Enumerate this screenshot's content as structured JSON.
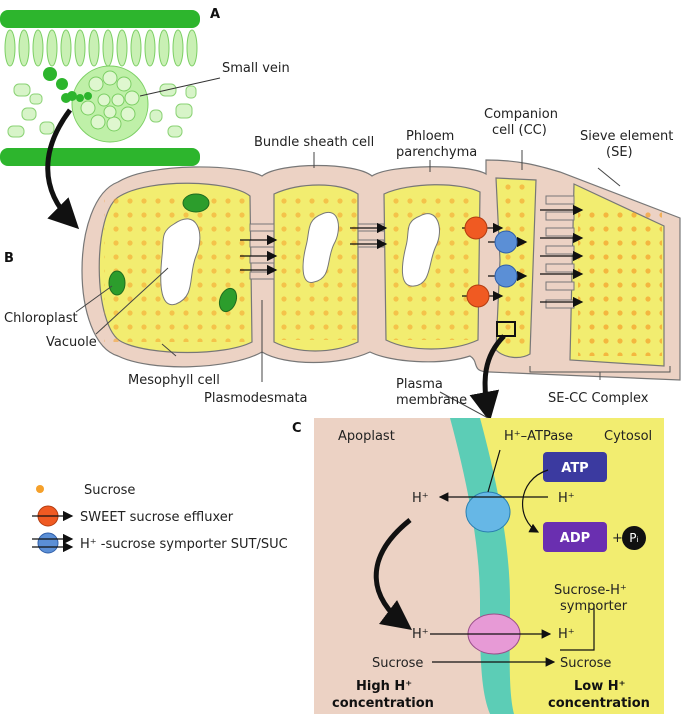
{
  "panels": {
    "a": "A",
    "b": "B",
    "c": "C"
  },
  "labels": {
    "small_vein": "Small vein",
    "bundle_sheath_cell": "Bundle sheath cell",
    "phloem_parenchyma_1": "Phloem",
    "phloem_parenchyma_2": "parenchyma",
    "companion_cell_1": "Companion",
    "companion_cell_2": "cell (CC)",
    "sieve_element_1": "Sieve element",
    "sieve_element_2": "(SE)",
    "chloroplast": "Chloroplast",
    "vacuole": "Vacuole",
    "mesophyll_cell": "Mesophyll cell",
    "plasmodesmata": "Plasmodesmata",
    "plasma_membrane_1": "Plasma",
    "plasma_membrane_2": "membrane",
    "se_cc_complex": "SE-CC Complex"
  },
  "legend": {
    "sucrose": "Sucrose",
    "sweet": "SWEET sucrose effluxer",
    "symporter": "H⁺ -sucrose symporter SUT/SUC"
  },
  "panel_c": {
    "apoplast": "Apoplast",
    "atpase": "H⁺–ATPase",
    "cytosol": "Cytosol",
    "atp": "ATP",
    "adp": "ADP",
    "plus": "+",
    "pi": "Pᵢ",
    "h_left": "H⁺",
    "h_right": "H⁺",
    "h_left_low": "H⁺",
    "h_right_low": "H⁺",
    "symporter_1": "Sucrose-H⁺",
    "symporter_2": "symporter",
    "sucrose_left": "Sucrose",
    "sucrose_right": "Sucrose",
    "high_h_1": "High H⁺",
    "high_h_2": "concentration",
    "low_h_1": "Low H⁺",
    "low_h_2": "concentration"
  },
  "colors": {
    "leaf_green": "#2db52d",
    "cell_yellow": "#f2ed70",
    "cell_wall": "#ecd2c4",
    "sucrose_orange": "#f5a02a",
    "sweet_red": "#f05a22",
    "symporter_blue": "#5b8fd6",
    "atp_purple": "#3b3aa0",
    "adp_purple": "#6a2fb0",
    "membrane_teal": "#5ccdb6"
  }
}
